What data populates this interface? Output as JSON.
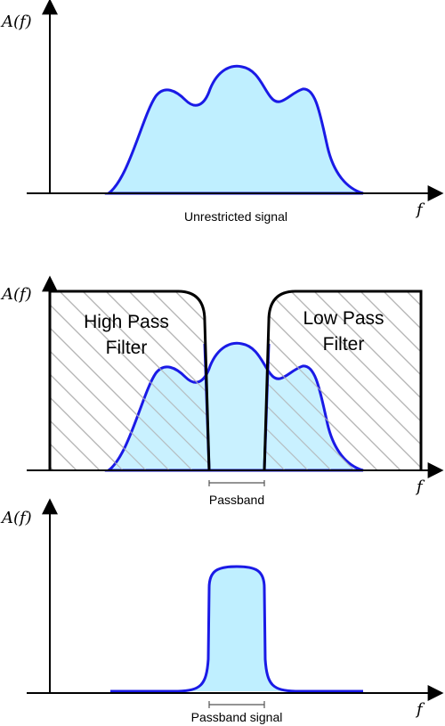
{
  "colors": {
    "signal_fill": "#bfefff",
    "signal_stroke": "#1a1ae6",
    "axis": "#000000",
    "hatch": "#b4b4b4"
  },
  "panels": {
    "top": {
      "y_label": "A(f)",
      "x_label": "f",
      "caption": "Unrestricted signal"
    },
    "middle": {
      "y_label": "A(f)",
      "x_label": "f",
      "high_pass_line1": "High Pass",
      "high_pass_line2": "Filter",
      "low_pass_line1": "Low Pass",
      "low_pass_line2": "Filter",
      "caption": "Passband"
    },
    "bottom": {
      "y_label": "A(f)",
      "x_label": "f",
      "caption": "Passband signal"
    }
  }
}
